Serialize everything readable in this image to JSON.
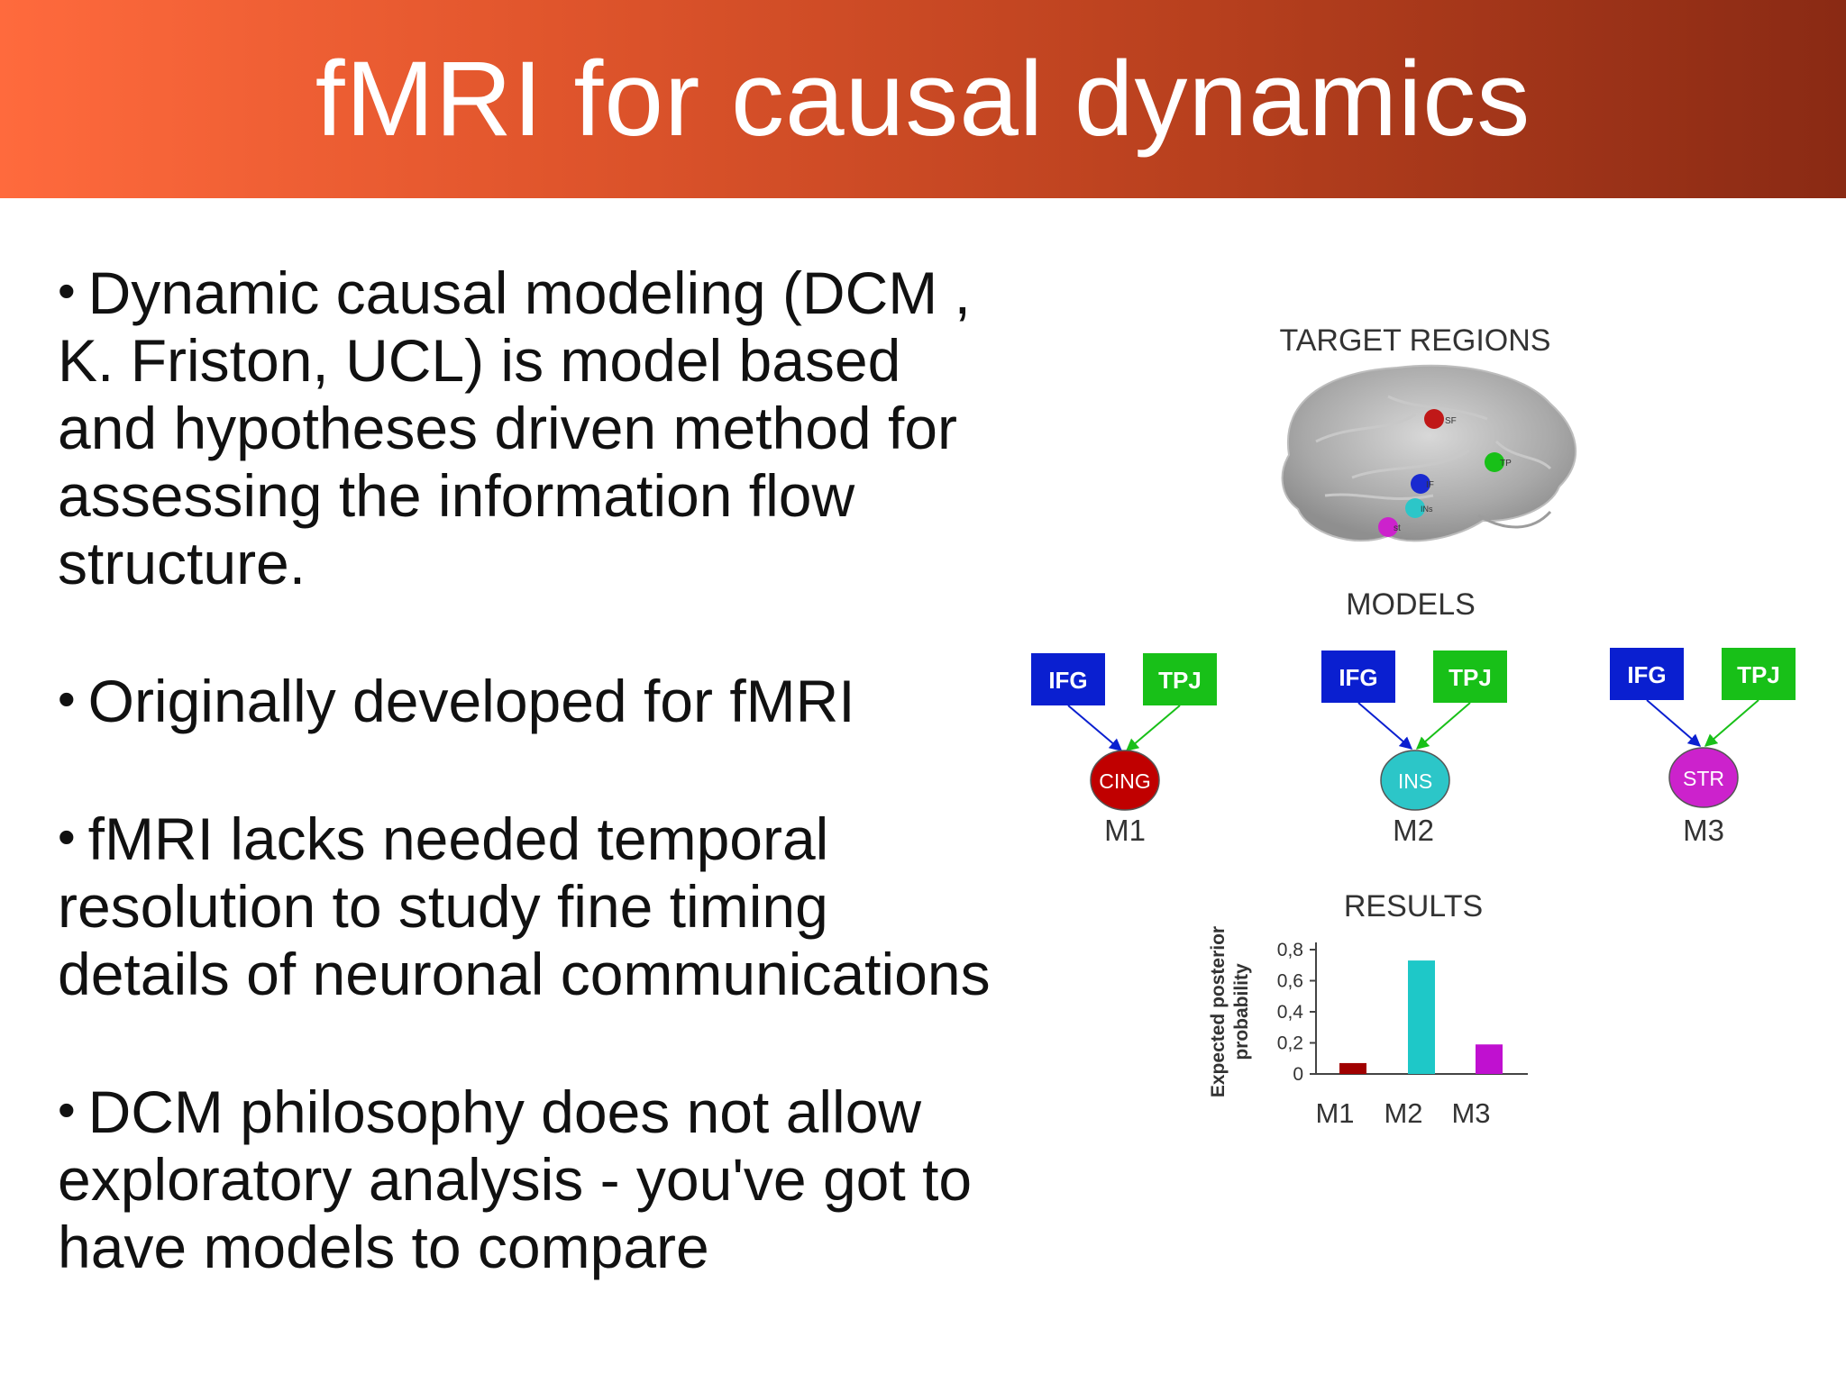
{
  "title": "fMRI for causal dynamics",
  "bullets": [
    "Dynamic causal modeling (DCM ,\nK. Friston, UCL) is model based\nand hypotheses driven method for\nassessing the information flow\nstructure.",
    "Originally developed for fMRI",
    "fMRI lacks needed temporal\nresolution to study fine timing\ndetails of neuronal communications",
    "DCM philosophy does not allow\nexploratory analysis -  you've got to\nhave models to compare"
  ],
  "figure": {
    "target_regions_label": "TARGET REGIONS",
    "brain_markers": [
      "SF",
      "TP",
      "IF",
      "INs",
      "st"
    ],
    "models_label": "MODELS",
    "models": [
      {
        "input_a": "IFG",
        "input_b": "TPJ",
        "target": "CING",
        "name": "M1",
        "target_color": "#c00000"
      },
      {
        "input_a": "IFG",
        "input_b": "TPJ",
        "target": "INS",
        "name": "M2",
        "target_color": "#2cc6c8"
      },
      {
        "input_a": "IFG",
        "input_b": "TPJ",
        "target": "STR",
        "name": "M3",
        "target_color": "#cc22cc"
      }
    ],
    "colors": {
      "ifg": "#0a1fd0",
      "tpj": "#18c018"
    },
    "results_label": "RESULTS"
  },
  "chart_data": {
    "type": "bar",
    "categories": [
      "M1",
      "M2",
      "M3"
    ],
    "values": [
      0.07,
      0.73,
      0.19
    ],
    "ylabel": "Expected posterior probability",
    "yticks": [
      "0",
      "0,2",
      "0,4",
      "0,6",
      "0,8"
    ],
    "ylim": [
      0,
      0.8
    ],
    "colors": [
      "#a00000",
      "#1ec8c8",
      "#c010d0"
    ]
  }
}
